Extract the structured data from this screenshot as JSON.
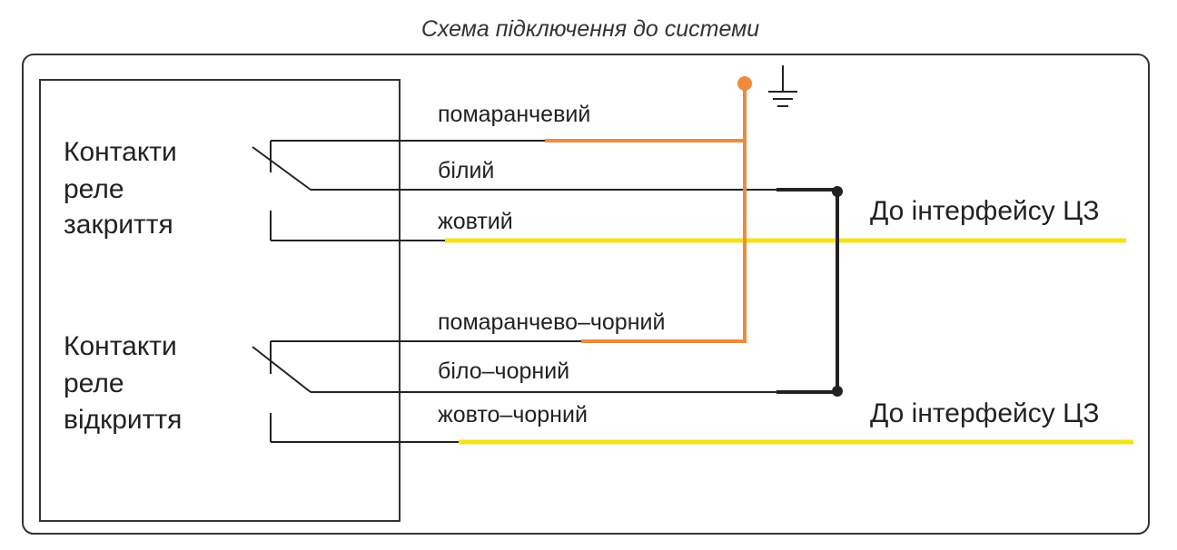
{
  "title": "Схема підключення до системи",
  "relays": [
    {
      "lines": [
        "Контакти",
        "реле",
        "закриття"
      ]
    },
    {
      "lines": [
        "Контакти",
        "реле",
        "відкриття"
      ]
    }
  ],
  "wires": {
    "orange": "помаранчевий",
    "white": "білий",
    "yellow": "жовтий",
    "orange_black": "помаранчево–чорний",
    "white_black": "біло–чорний",
    "yellow_black": "жовто–чорний"
  },
  "destinations": [
    "До інтерфейсу ЦЗ",
    "До інтерфейсу ЦЗ"
  ],
  "colors": {
    "orange": "#f08a3c",
    "yellow": "#f5e21a",
    "line": "#222222"
  },
  "icons": {
    "ground": "ground-icon"
  }
}
